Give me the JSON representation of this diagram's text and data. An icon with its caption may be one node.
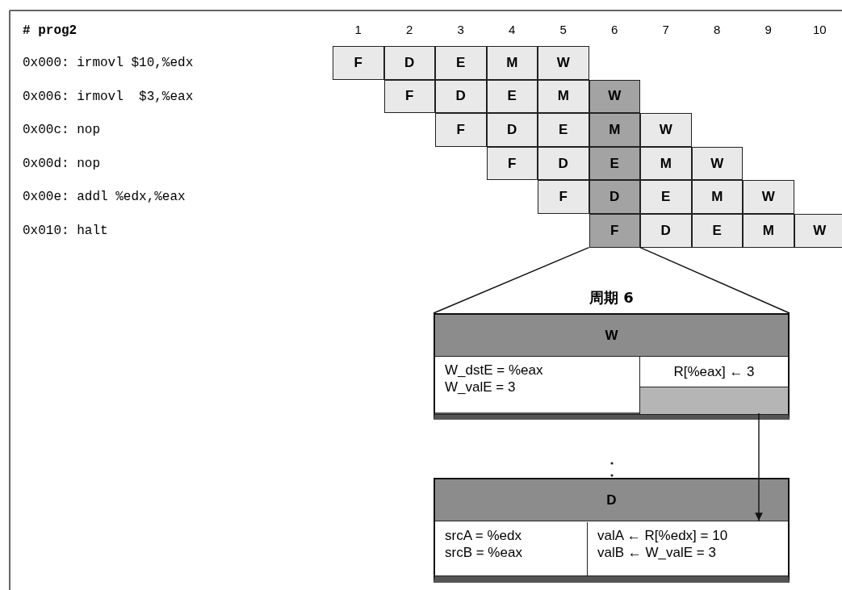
{
  "diagram": {
    "nodes": [
      {
        "text": [
          "F"
        ]
      },
      {
        "text": [
          "D"
        ]
      },
      {
        "text": [
          "E"
        ]
      },
      {
        "text": [
          "M"
        ]
      },
      {
        "text": [
          "W"
        ]
      },
      {
        "text": [
          "F"
        ]
      },
      {
        "text": [
          "D"
        ]
      },
      {
        "text": [
          "E"
        ]
      },
      {
        "text": [
          "M"
        ]
      },
      {
        "text": [
          "W"
        ]
      },
      {
        "text": [
          "F"
        ]
      },
      {
        "text": [
          "D"
        ]
      },
      {
        "text": [
          "E"
        ]
      },
      {
        "text": [
          "M"
        ]
      },
      {
        "text": [
          "W"
        ]
      },
      {
        "text": [
          "F"
        ]
      },
      {
        "text": [
          "D"
        ]
      },
      {
        "text": [
          "E"
        ]
      },
      {
        "text": [
          "M"
        ]
      },
      {
        "text": [
          "W"
        ]
      },
      {
        "text": [
          "F"
        ]
      },
      {
        "text": [
          "D"
        ]
      },
      {
        "text": [
          "E"
        ]
      },
      {
        "text": [
          "M"
        ]
      },
      {
        "text": [
          "W"
        ]
      },
      {
        "text": [
          "F"
        ]
      },
      {
        "text": [
          "D"
        ]
      },
      {
        "text": [
          "E"
        ]
      },
      {
        "text": [
          "M"
        ]
      },
      {
        "text": [
          "W"
        ]
      },
      {
        "text": [
          "W"
        ]
      },
      {
        "text": [
          "W_dstE = %eax",
          "W_valE = 3"
        ],
        "in": 30
      },
      {
        "text": [
          "R[%eax] ← 3"
        ],
        "in": 30
      },
      {
        "text": [],
        "shape": "box",
        "in": 30
      },
      {
        "text": [
          "D"
        ]
      },
      {
        "text": [
          "srcA = %edx",
          "srcB = %eax"
        ],
        "in": 34
      },
      {
        "text": [
          "valA ← R[%edx] = 10",
          "valB ← W_valE = 3"
        ],
        "in": 34
      }
    ],
    "edges": [
      {
        "from": 25,
        "to": 30,
        "arrow": "none"
      },
      {
        "from": 25,
        "to": 30,
        "arrow": "none"
      },
      {
        "from": 33,
        "to": 36,
        "arrow": "to"
      }
    ],
    "labels": [
      "# prog2",
      "1",
      "2",
      "3",
      "4",
      "5",
      "6",
      "7",
      "8",
      "9",
      "10",
      "0x000: irmovl $10,%edx",
      "0x006: irmovl  $3,%eax",
      "0x00c: nop",
      "0x00d: nop",
      "0x00e: addl %edx,%eax",
      "0x010: halt",
      "周期 6"
    ]
  }
}
